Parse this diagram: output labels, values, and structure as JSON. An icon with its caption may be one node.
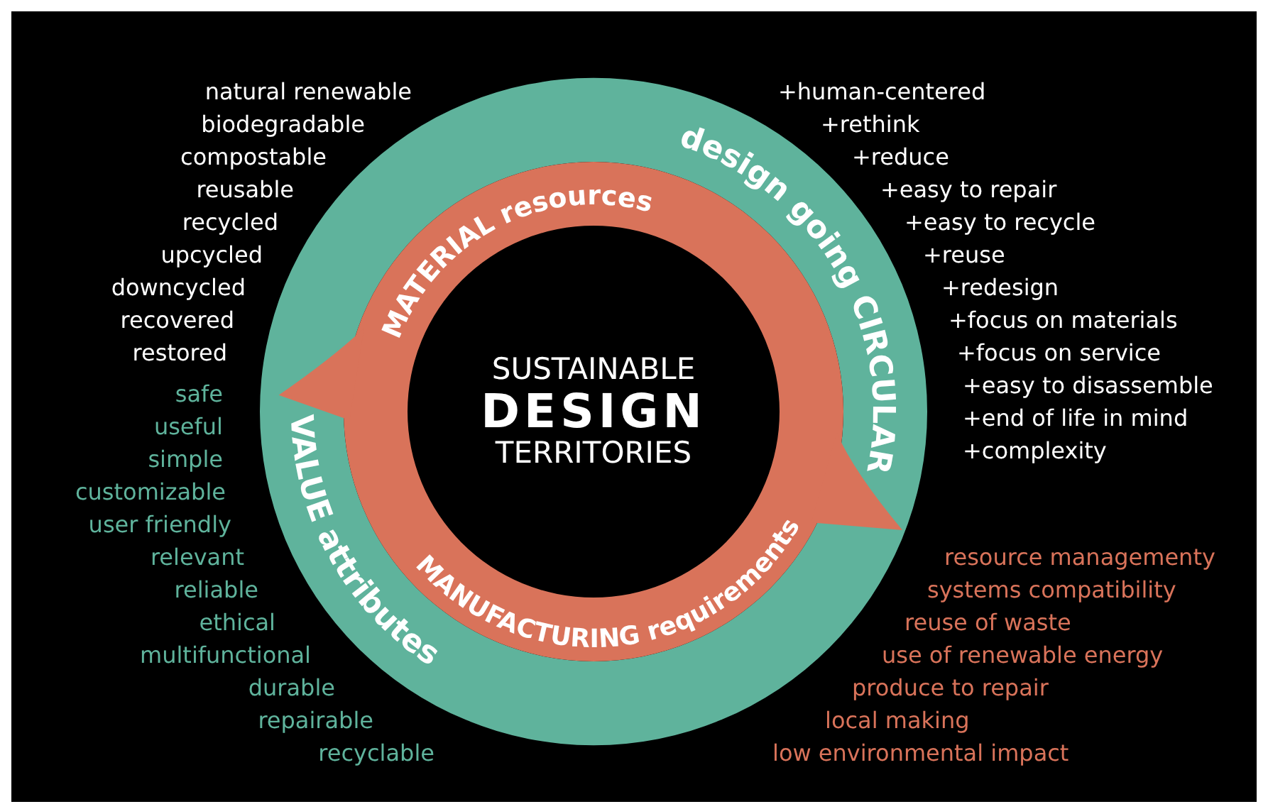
{
  "diagram": {
    "nodes": [
      {
        "text": [
          "design going CIRCULAR"
        ]
      },
      {
        "text": [
          "VALUE attributes"
        ]
      },
      {
        "text": [
          "MATERIAL resources"
        ]
      },
      {
        "text": [
          "MANUFACTURING requirements"
        ]
      },
      {
        "text": [
          "SUSTAINABLE DESIGN TERRITORIES"
        ]
      }
    ],
    "edges": [],
    "labels": [
      "natural renewable",
      "biodegradable",
      "compostable",
      "reusable",
      "recycled",
      "upcycled",
      "downcycled",
      "recovered",
      "restored",
      "+human-centered",
      "+rethink",
      "+reduce",
      "+easy to repair",
      "+easy to recycle",
      "+reuse",
      "+redesign",
      "+focus on materials",
      "+focus on service",
      "+easy to disassemble",
      "+end of life in mind",
      "+complexity",
      "safe",
      "useful",
      "simple",
      "customizable",
      "user friendly",
      "relevant",
      "reliable",
      "ethical",
      "multifunctional",
      "durable",
      "repairable",
      "recyclable",
      "resource managementy",
      "systems compatibility",
      "reuse of waste",
      "use of renewable energy",
      "produce to repair",
      "local making",
      "low environmental impact"
    ]
  }
}
